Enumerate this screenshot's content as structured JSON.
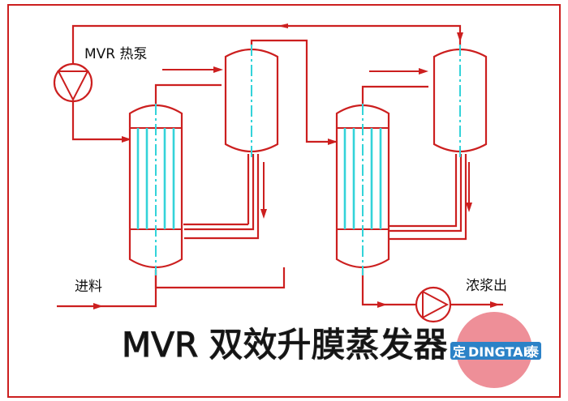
{
  "labels": {
    "heat_pump": "MVR 热泵",
    "feed": "进料",
    "concentrate_out": "浓浆出",
    "title": "MVR 双效升膜蒸发器"
  },
  "logo": {
    "left_char": "定",
    "brand": "DINGTAI",
    "right_char": "泰"
  },
  "colors": {
    "pipe": "#cc1f1f",
    "vessel": "#cc1f1f",
    "tube": "#33d3d9",
    "frame": "#cc1f1f",
    "logo_disc": "#ee8f98",
    "logo_band": "#2c82c7"
  }
}
